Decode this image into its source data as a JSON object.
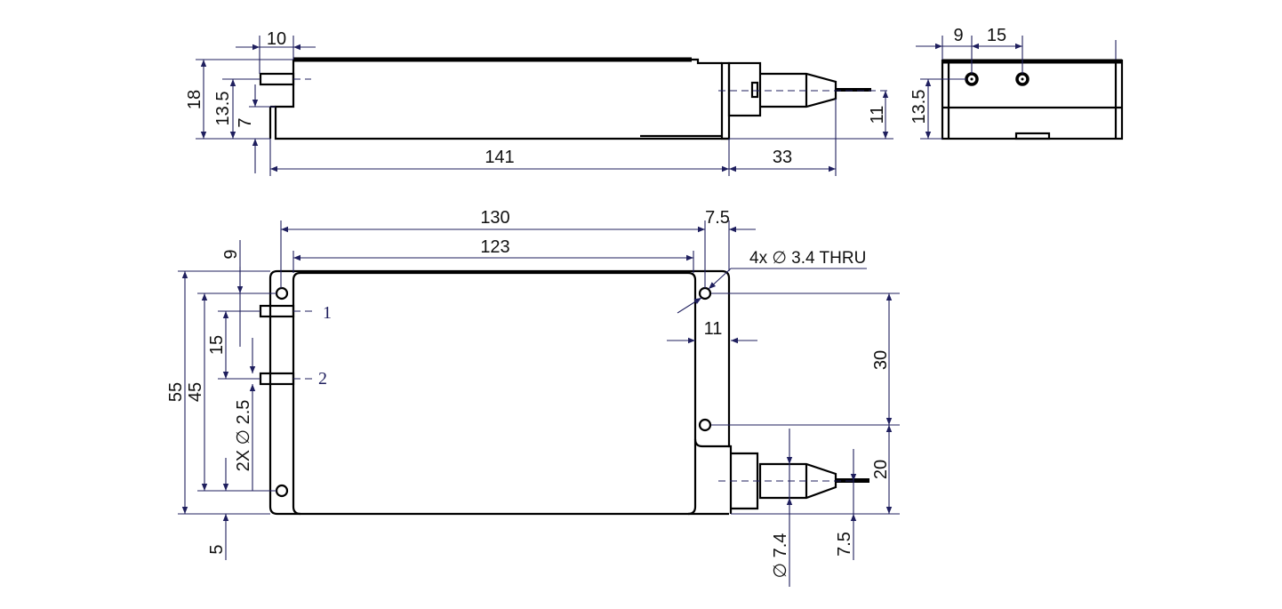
{
  "colors": {
    "outline": "#000000",
    "dimension": "#1f1f5e"
  },
  "side_view": {
    "dims": {
      "pin_width": "10",
      "height": "18",
      "pin_height": "13.5",
      "flange_height": "7",
      "body_length": "141",
      "connector_length": "33",
      "fiber_height": "11"
    }
  },
  "end_view": {
    "dims": {
      "hole_offset": "9",
      "hole_spacing": "15",
      "hole_height": "13.5"
    }
  },
  "top_view": {
    "dims": {
      "hole_span": "130",
      "body_length": "123",
      "flange_offset": "7.5",
      "hole_spec": "4x ∅ 3.4 THRU",
      "flange_width": "11",
      "hole_vertical_spacing": "30",
      "fiber_offset": "20",
      "ferrule_diameter": "∅ 7.4",
      "fiber_position": "7.5",
      "width": "55",
      "hole_span_vertical": "45",
      "pin_offset": "9",
      "pin_spacing": "15",
      "pin_diameter": "2X ∅ 2.5",
      "edge_offset": "5"
    },
    "pins": [
      "1",
      "2"
    ]
  }
}
